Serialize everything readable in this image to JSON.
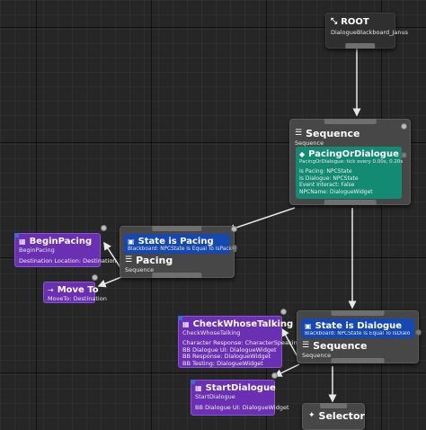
{
  "root": {
    "title": "ROOT",
    "blackboard": "DialogueBlackboard_Janus"
  },
  "seq_main": {
    "title": "Sequence",
    "subtitle": "Sequence",
    "service": {
      "title": "PacingOrDialogue",
      "subtitle": "PacingOrDialogue: tick every 0.00s, 0.20s",
      "lines": [
        "Is Pacing: NPCState",
        "Is Dialogue: NPCState",
        "Event Interact: False",
        "NPCName: DialogueWidget"
      ]
    }
  },
  "seq_pacing": {
    "title": "Pacing",
    "subtitle": "Sequence",
    "decorator": {
      "title": "State is Pacing",
      "subtitle": "Blackboard: NPCState Is Equal To IsPacing"
    }
  },
  "task_begin_pacing": {
    "title": "BeginPacing",
    "subtitle": "BeginPacing",
    "lines": [
      "Destination Location: Destination"
    ]
  },
  "task_move_to": {
    "title": "Move To",
    "subtitle": "MoveTo: Destination"
  },
  "seq_dialogue": {
    "title": "Sequence",
    "subtitle": "Sequence",
    "decorator": {
      "title": "State is Dialogue",
      "subtitle": "Blackboard: NPCState Is Equal To IsDialo"
    }
  },
  "task_check": {
    "title": "CheckWhoseTalking",
    "subtitle": "CheckWhoseTalking",
    "lines": [
      "Character Response: CharacterSpeaking",
      "BB Dialogue UI: DialogueWidget",
      "BB Response: DialogueWidget",
      "BB Testing: DialogueWidget"
    ]
  },
  "task_start_dialogue": {
    "title": "StartDialogue",
    "subtitle": "StartDialogue",
    "lines": [
      "BB Dialogue UI: DialogueWidget"
    ]
  },
  "selector": {
    "title": "Selector"
  },
  "colors": {
    "task": "#6b2fb4",
    "decorator": "#1548b0",
    "service": "#138b73",
    "wire": "#e8e8e8"
  },
  "icons": [
    "root-icon",
    "sequence-icon",
    "service-icon",
    "decorator-icon",
    "task-icon",
    "move-to-icon",
    "selector-icon"
  ]
}
